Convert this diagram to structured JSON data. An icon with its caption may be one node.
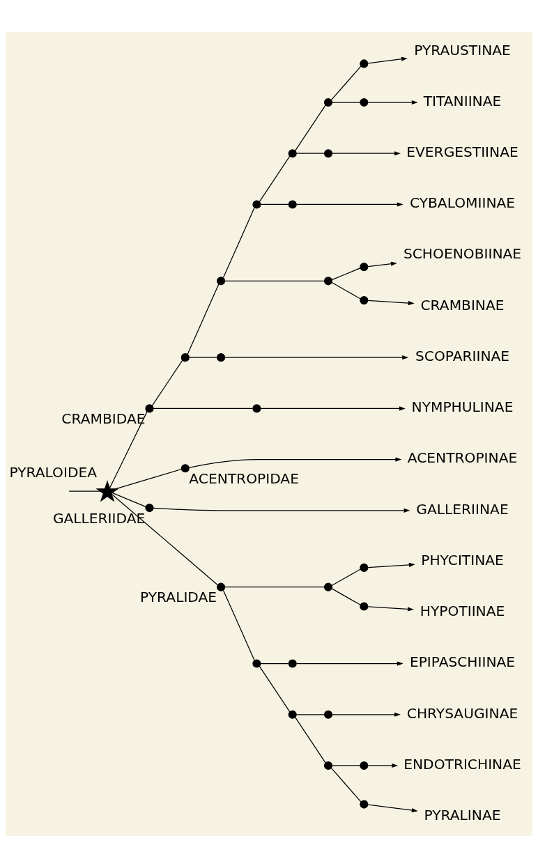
{
  "diagram": {
    "nodes": [
      {
        "text": [
          "PYRAUSTINAE"
        ]
      },
      {
        "text": [
          "TITANIINAE"
        ]
      },
      {
        "text": [
          "EVERGESTIINAE"
        ]
      },
      {
        "text": [
          "CYBALOMIINAE"
        ]
      },
      {
        "text": [
          "SCHOENOBIINAE"
        ]
      },
      {
        "text": [
          "CRAMBINAE"
        ]
      },
      {
        "text": [
          "SCOPARIINAE"
        ]
      },
      {
        "text": [
          "NYMPHULINAE"
        ]
      },
      {
        "text": [
          "ACENTROPINAE"
        ]
      },
      {
        "text": [
          "GALLERIINAE"
        ]
      },
      {
        "text": [
          "PHYCITINAE"
        ]
      },
      {
        "text": [
          "HYPOTIINAE"
        ]
      },
      {
        "text": [
          "EPIPASCHIINAE"
        ]
      },
      {
        "text": [
          "CHRYSAUGINAE"
        ]
      },
      {
        "text": [
          "ENDOTRICHINAE"
        ]
      },
      {
        "text": [
          "PYRALINAE"
        ]
      },
      {
        "text": [],
        "shape": "circle"
      },
      {
        "text": [],
        "shape": "circle"
      },
      {
        "text": [],
        "shape": "circle"
      },
      {
        "text": [],
        "shape": "circle"
      },
      {
        "text": [],
        "shape": "circle"
      },
      {
        "text": [],
        "shape": "circle"
      },
      {
        "text": [],
        "shape": "circle"
      },
      {
        "text": [],
        "shape": "circle"
      },
      {
        "text": [],
        "shape": "circle"
      },
      {
        "text": [],
        "shape": "circle"
      },
      {
        "text": [],
        "shape": "circle"
      },
      {
        "text": [],
        "shape": "circle"
      },
      {
        "text": [],
        "shape": "circle"
      },
      {
        "text": [],
        "shape": "circle"
      },
      {
        "text": [],
        "shape": "circle",
        "beside": [
          "CRAMBIDAE"
        ]
      },
      {
        "text": [],
        "shape": "circle",
        "beside": [
          "ACENTROPIDAE"
        ]
      },
      {
        "text": [],
        "shape": "circle"
      },
      {
        "text": [],
        "shape": "circle"
      },
      {
        "text": [],
        "shape": "circle"
      },
      {
        "text": [],
        "shape": "circle"
      },
      {
        "text": [],
        "shape": "circle"
      },
      {
        "text": [],
        "shape": "circle"
      },
      {
        "text": [],
        "shape": "circle"
      },
      {
        "text": [],
        "shape": "circle"
      },
      {
        "text": [],
        "shape": "circle"
      },
      {
        "text": [],
        "shape": "circle"
      },
      {
        "text": [],
        "shape": "circle",
        "beside": [
          "GALLERIIDAE"
        ]
      },
      {
        "text": [],
        "shape": "circle",
        "beside": [
          "PYRALIDAE"
        ]
      },
      {
        "text": [],
        "shape": "star",
        "beside": [
          "PYRALOIDEA"
        ]
      }
    ],
    "edges": [
      {
        "from": null,
        "to": 44,
        "arrow": "none"
      },
      {
        "from": 44,
        "to": 30,
        "arrow": "none"
      },
      {
        "from": 44,
        "to": 31,
        "arrow": "none"
      },
      {
        "from": 44,
        "to": 42,
        "arrow": "none"
      },
      {
        "from": 44,
        "to": 43,
        "arrow": "none"
      },
      {
        "from": 30,
        "to": 28,
        "arrow": "none"
      },
      {
        "from": 30,
        "to": 29,
        "arrow": "none"
      },
      {
        "from": 28,
        "to": 26,
        "arrow": "none"
      },
      {
        "from": 28,
        "to": 27,
        "arrow": "none"
      },
      {
        "from": 26,
        "to": 24,
        "arrow": "none"
      },
      {
        "from": 26,
        "to": 25,
        "arrow": "none"
      },
      {
        "from": 25,
        "to": 18,
        "arrow": "none"
      },
      {
        "from": 25,
        "to": 19,
        "arrow": "none"
      },
      {
        "from": 24,
        "to": 22,
        "arrow": "none"
      },
      {
        "from": 24,
        "to": 23,
        "arrow": "none"
      },
      {
        "from": 22,
        "to": 20,
        "arrow": "none"
      },
      {
        "from": 22,
        "to": 21,
        "arrow": "none"
      },
      {
        "from": 20,
        "to": 16,
        "arrow": "none"
      },
      {
        "from": 20,
        "to": 17,
        "arrow": "none"
      },
      {
        "from": 43,
        "to": 40,
        "arrow": "none"
      },
      {
        "from": 43,
        "to": 41,
        "arrow": "none"
      },
      {
        "from": 40,
        "to": 34,
        "arrow": "none"
      },
      {
        "from": 40,
        "to": 35,
        "arrow": "none"
      },
      {
        "from": 41,
        "to": 38,
        "arrow": "none"
      },
      {
        "from": 41,
        "to": 39,
        "arrow": "none"
      },
      {
        "from": 39,
        "to": 36,
        "arrow": "none"
      },
      {
        "from": 39,
        "to": 37,
        "arrow": "none"
      },
      {
        "from": 37,
        "to": 32,
        "arrow": "none"
      },
      {
        "from": 37,
        "to": 33,
        "arrow": "none"
      },
      {
        "from": 16,
        "to": 0,
        "arrow": "to"
      },
      {
        "from": 17,
        "to": 1,
        "arrow": "to"
      },
      {
        "from": 21,
        "to": 2,
        "arrow": "to"
      },
      {
        "from": 23,
        "to": 3,
        "arrow": "to"
      },
      {
        "from": 18,
        "to": 4,
        "arrow": "to"
      },
      {
        "from": 19,
        "to": 5,
        "arrow": "to"
      },
      {
        "from": 27,
        "to": 6,
        "arrow": "to"
      },
      {
        "from": 29,
        "to": 7,
        "arrow": "to"
      },
      {
        "from": 31,
        "to": 8,
        "arrow": "to"
      },
      {
        "from": 42,
        "to": 9,
        "arrow": "to"
      },
      {
        "from": 34,
        "to": 10,
        "arrow": "to"
      },
      {
        "from": 35,
        "to": 11,
        "arrow": "to"
      },
      {
        "from": 38,
        "to": 12,
        "arrow": "to"
      },
      {
        "from": 36,
        "to": 13,
        "arrow": "to"
      },
      {
        "from": 32,
        "to": 14,
        "arrow": "to"
      },
      {
        "from": 33,
        "to": 15,
        "arrow": "to"
      }
    ]
  }
}
